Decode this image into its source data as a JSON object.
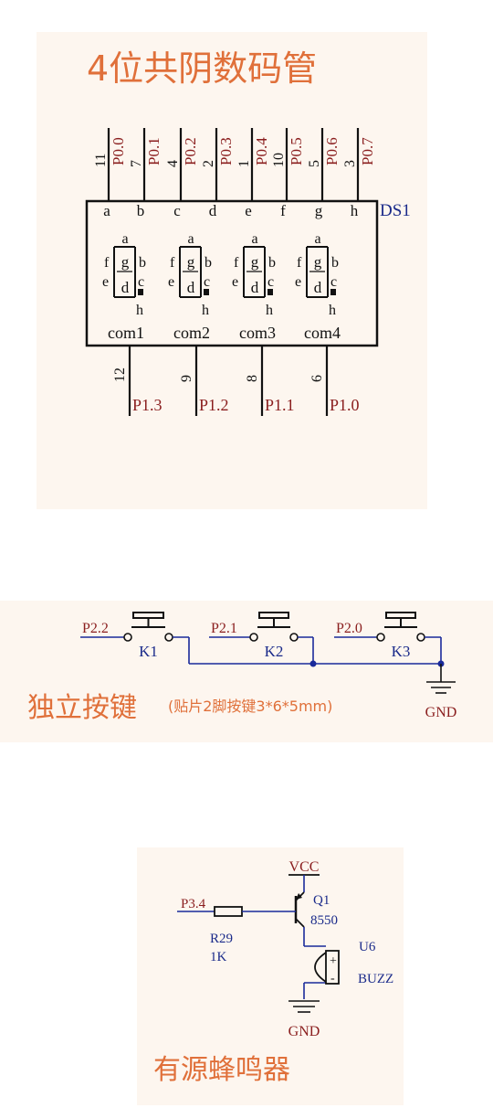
{
  "display": {
    "title": "4位共阴数码管",
    "ref": "DS1",
    "top_pins": [
      {
        "seg": "a",
        "num": "11",
        "net": "P0.0"
      },
      {
        "seg": "b",
        "num": "7",
        "net": "P0.1"
      },
      {
        "seg": "c",
        "num": "4",
        "net": "P0.2"
      },
      {
        "seg": "d",
        "num": "2",
        "net": "P0.3"
      },
      {
        "seg": "e",
        "num": "1",
        "net": "P0.4"
      },
      {
        "seg": "f",
        "num": "10",
        "net": "P0.5"
      },
      {
        "seg": "g",
        "num": "5",
        "net": "P0.6"
      },
      {
        "seg": "h",
        "num": "3",
        "net": "P0.7"
      }
    ],
    "digit_labels": {
      "a": "a",
      "b": "b",
      "c": "c",
      "d": "d",
      "e": "e",
      "f": "f",
      "g": "g",
      "h": "h"
    },
    "commons": [
      {
        "label": "com1",
        "num": "12",
        "net": "P1.3"
      },
      {
        "label": "com2",
        "num": "9",
        "net": "P1.2"
      },
      {
        "label": "com3",
        "num": "8",
        "net": "P1.1"
      },
      {
        "label": "com4",
        "num": "6",
        "net": "P1.0"
      }
    ]
  },
  "keys": {
    "title": "独立按键",
    "note": "(贴片2脚按键3*6*5mm)",
    "gnd": "GND",
    "buttons": [
      {
        "net": "P2.2",
        "name": "K1"
      },
      {
        "net": "P2.1",
        "name": "K2"
      },
      {
        "net": "P2.0",
        "name": "K3"
      }
    ]
  },
  "buzzer": {
    "title": "有源蜂鸣器",
    "vcc": "VCC",
    "gnd": "GND",
    "transistor": {
      "ref": "Q1",
      "part": "8550"
    },
    "resistor": {
      "net": "P3.4",
      "ref": "R29",
      "value": "1K"
    },
    "device": {
      "ref": "U6",
      "part": "BUZZ",
      "plus": "+",
      "minus": "-"
    }
  }
}
